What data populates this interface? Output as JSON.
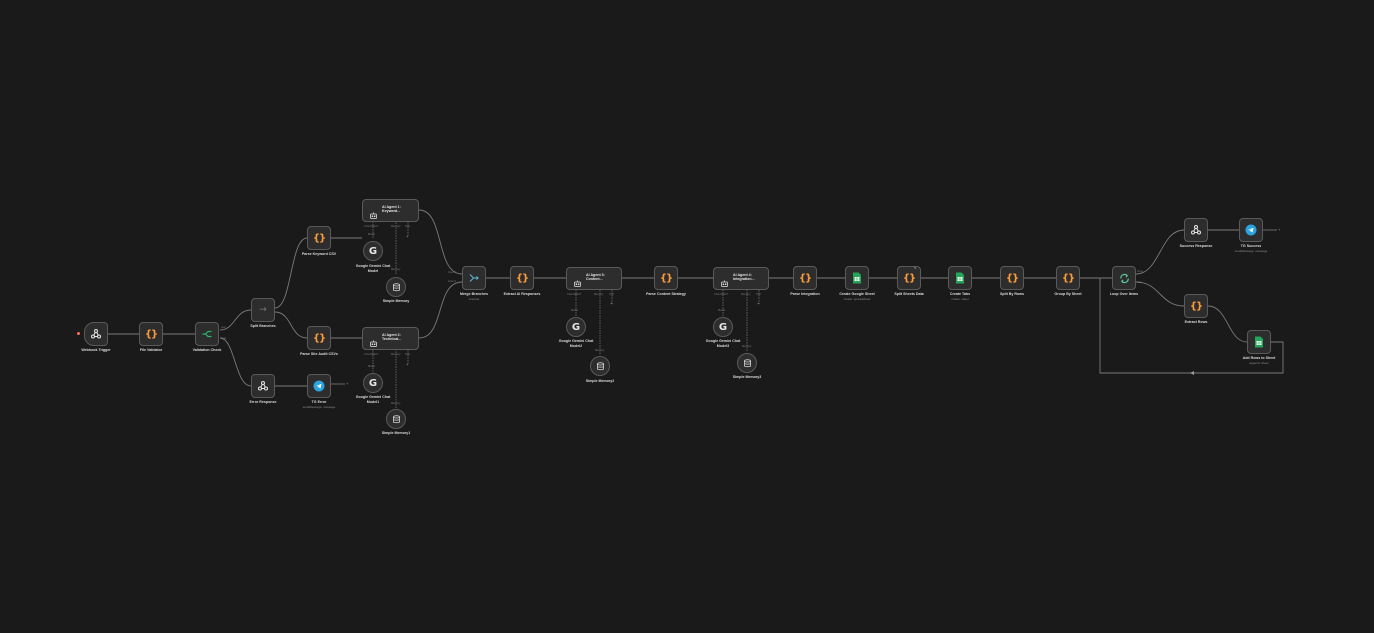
{
  "colors": {
    "background": "#1a1a1a",
    "node_fill": "#2d2d2d",
    "node_border": "#5a5a5a",
    "connection": "#7a7a7a",
    "code_icon": "#ff9d3a",
    "sheets": "#23a55a",
    "telegram": "#2aa3df",
    "if_icon": "#2cb56b"
  },
  "nodes": {
    "webhook": {
      "label": "Webhook Trigger",
      "icon": "webhook-icon"
    },
    "file_validator": {
      "label": "File Validator",
      "icon": "code-braces-icon"
    },
    "validation_check": {
      "label": "Validation Check",
      "icon": "if-split-icon"
    },
    "split_branches": {
      "label": "Split Branches",
      "icon": "arrow-right-icon"
    },
    "error_response": {
      "label": "Error Response",
      "icon": "webhook-icon"
    },
    "tg_error": {
      "label": "TG Error",
      "sub": "sendMessage: message",
      "icon": "telegram-icon"
    },
    "parse_keyword": {
      "label": "Parse Keyword CSV",
      "icon": "code-braces-icon"
    },
    "parse_site_audit": {
      "label": "Parse Site Audit CSVs",
      "icon": "code-braces-icon"
    },
    "agent1": {
      "line1": "AI Agent 1:",
      "line2": "Keyword...",
      "icon": "robot-icon"
    },
    "agent2": {
      "line1": "AI Agent 2:",
      "line2": "Technical...",
      "icon": "robot-icon"
    },
    "gemini": {
      "line1": "Google Gemini Chat",
      "line2": "Model",
      "icon": "google-icon"
    },
    "gemini1": {
      "line1": "Google Gemini Chat",
      "line2": "Model1",
      "icon": "google-icon"
    },
    "memory": {
      "label": "Simple Memory",
      "icon": "database-icon"
    },
    "memory1": {
      "label": "Simple Memory1",
      "icon": "database-icon"
    },
    "merge": {
      "label": "Merge Branches",
      "sub": "execute",
      "icon": "merge-icon"
    },
    "extract_ai": {
      "label": "Extract AI Responses",
      "icon": "code-braces-icon"
    },
    "agent3": {
      "line1": "AI Agent 3:",
      "line2": "Content...",
      "icon": "robot-icon"
    },
    "gemini2": {
      "line1": "Google Gemini Chat",
      "line2": "Model2",
      "icon": "google-icon"
    },
    "memory2": {
      "label": "Simple Memory2",
      "icon": "database-icon"
    },
    "parse_content": {
      "label": "Parse Content Strategy",
      "icon": "code-braces-icon"
    },
    "agent4": {
      "line1": "AI Agent 4:",
      "line2": "Integration...",
      "icon": "robot-icon"
    },
    "gemini3": {
      "line1": "Google Gemini Chat",
      "line2": "Model3",
      "icon": "google-icon"
    },
    "memory3": {
      "label": "Simple Memory3",
      "icon": "database-icon"
    },
    "parse_integration": {
      "label": "Parse Integration",
      "icon": "code-braces-icon"
    },
    "create_sheet": {
      "label": "Create Google Sheet",
      "sub": "create: spreadsheet",
      "icon": "sheets-icon"
    },
    "split_sheets": {
      "label": "Split Sheets Data",
      "icon": "code-braces-icon"
    },
    "create_tabs": {
      "label": "Create Tabs",
      "sub": "create: sheet",
      "icon": "sheets-icon"
    },
    "split_rows": {
      "label": "Split By Rows",
      "icon": "code-braces-icon"
    },
    "group_sheet": {
      "label": "Group By Sheet",
      "icon": "code-braces-icon"
    },
    "loop": {
      "label": "Loop Over Items",
      "icon": "loop-icon"
    },
    "success_response": {
      "label": "Success Response",
      "icon": "webhook-icon"
    },
    "tg_success": {
      "label": "TG Success",
      "sub": "sendMessage: message",
      "icon": "telegram-icon"
    },
    "extract_rows": {
      "label": "Extract Rows",
      "icon": "code-braces-icon"
    },
    "add_rows": {
      "label": "Add Rows to Sheet",
      "sub": "append: sheet",
      "icon": "sheets-icon"
    }
  },
  "ports": {
    "chat_model": "Chat Model*",
    "memory": "Memory",
    "tool": "Tool",
    "model": "Model"
  },
  "merge_inputs": {
    "in1": "Input 1",
    "in2": "Input 2"
  },
  "loop_outputs": {
    "done": "done",
    "loop": "loop"
  }
}
